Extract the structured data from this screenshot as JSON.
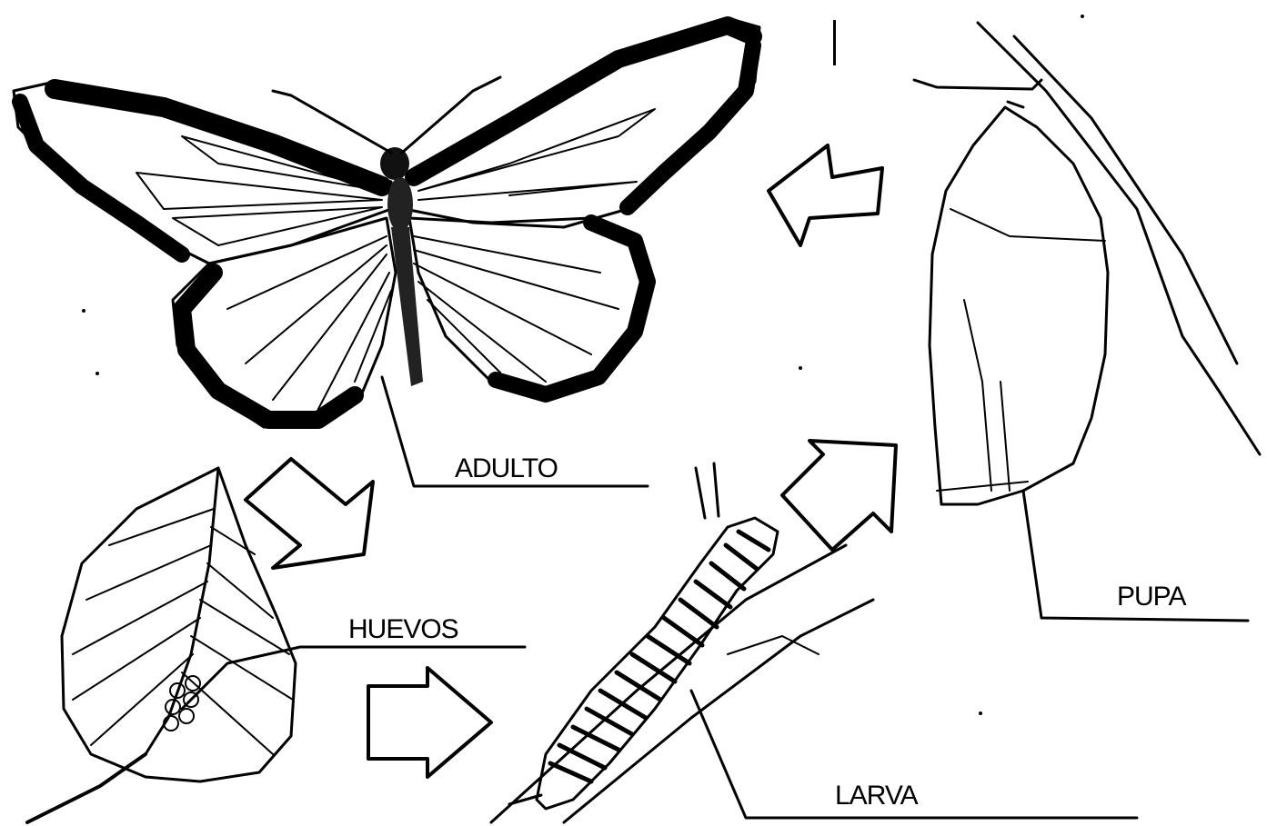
{
  "labels": {
    "adult": "ADULTO",
    "eggs": "HUEVOS",
    "larva": "LARVA",
    "pupa": "PUPA"
  },
  "colors": {
    "ink": "#000000",
    "paper": "#ffffff"
  },
  "stages": [
    "adult-butterfly",
    "eggs-on-leaf",
    "larva-caterpillar",
    "pupa-chrysalis"
  ]
}
